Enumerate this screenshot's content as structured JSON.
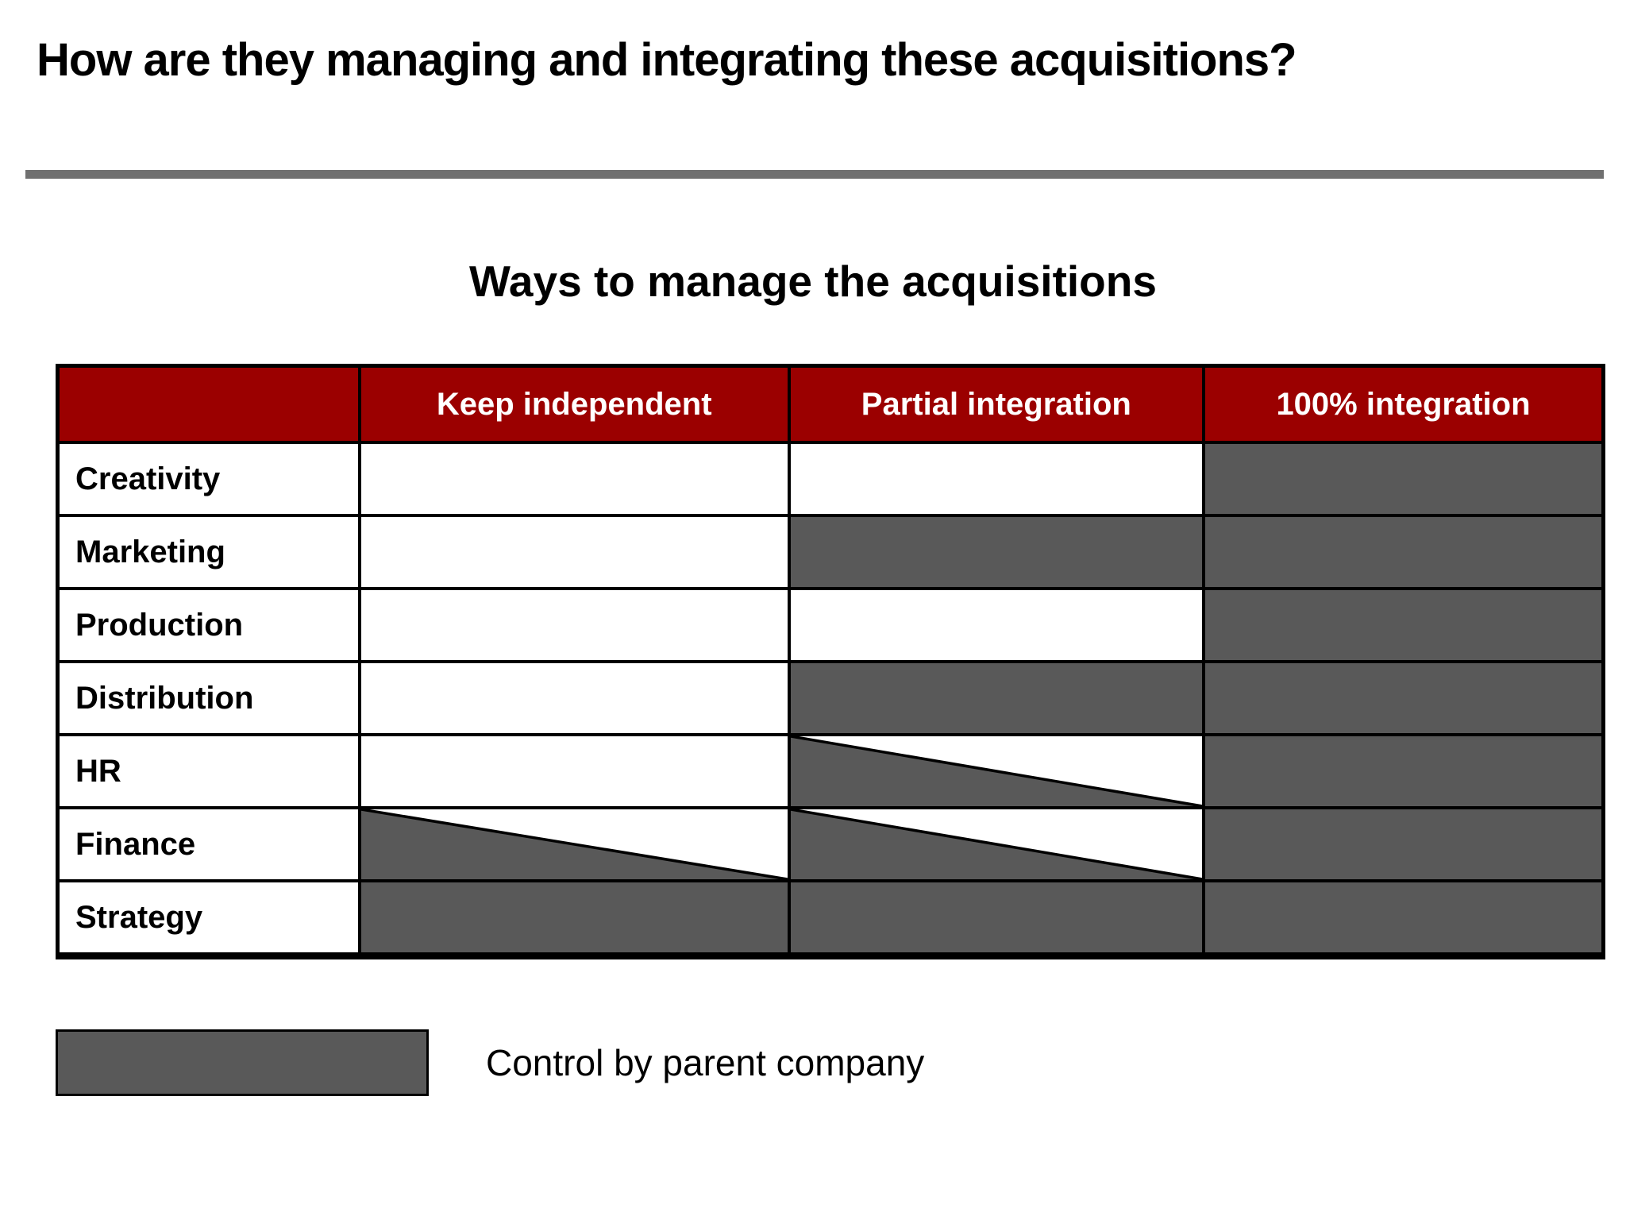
{
  "title": "How are they managing and integrating these acquisitions?",
  "subtitle": "Ways to manage the acquisitions",
  "table": {
    "columns": [
      "",
      "Keep independent",
      "Partial integration",
      "100% integration"
    ],
    "rows": [
      {
        "label": "Creativity",
        "control": [
          "none",
          "none",
          "full"
        ]
      },
      {
        "label": "Marketing",
        "control": [
          "none",
          "full",
          "full"
        ]
      },
      {
        "label": "Production",
        "control": [
          "none",
          "none",
          "full"
        ]
      },
      {
        "label": "Distribution",
        "control": [
          "none",
          "full",
          "full"
        ]
      },
      {
        "label": "HR",
        "control": [
          "none",
          "partial",
          "full"
        ]
      },
      {
        "label": "Finance",
        "control": [
          "partial",
          "partial",
          "full"
        ]
      },
      {
        "label": "Strategy",
        "control": [
          "full",
          "full",
          "full"
        ]
      }
    ]
  },
  "legend": {
    "label": "Control by parent company"
  },
  "colors": {
    "header_bg": "#9B0000",
    "header_text": "#FFFFFF",
    "control_gray": "#595959",
    "divider_gray": "#707070",
    "border": "#000000"
  }
}
